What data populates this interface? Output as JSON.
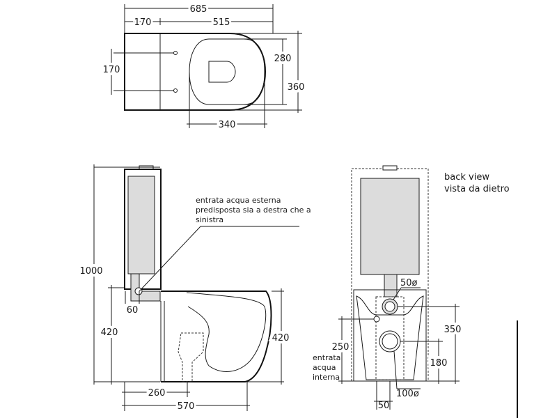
{
  "top_view": {
    "dims": {
      "total_length": "685",
      "tank_depth": "170",
      "bowl_length": "515",
      "fixing_spacing": "170",
      "seat_width": "280",
      "total_width": "360",
      "seat_length": "340"
    }
  },
  "side_view": {
    "dims": {
      "height": "1000",
      "inlet_offset": "60",
      "rim_height_left": "420",
      "rim_height_right": "420",
      "outlet_distance": "260",
      "bowl_depth": "570"
    },
    "note": {
      "line1": "entrata acqua esterna",
      "line2": "predisposta sia a destra che a",
      "line3": "sinistra"
    }
  },
  "back_view": {
    "title_en": "back view",
    "title_it": "vista da dietro",
    "dims": {
      "inlet_diameter": "50ø",
      "inlet_height": "350",
      "internal_inlet_height": "250",
      "outlet_height": "180",
      "outlet_diameter": "100ø",
      "offset": "50"
    },
    "internal_label": {
      "line1": "entrata",
      "line2": "acqua",
      "line3": "interna"
    }
  }
}
